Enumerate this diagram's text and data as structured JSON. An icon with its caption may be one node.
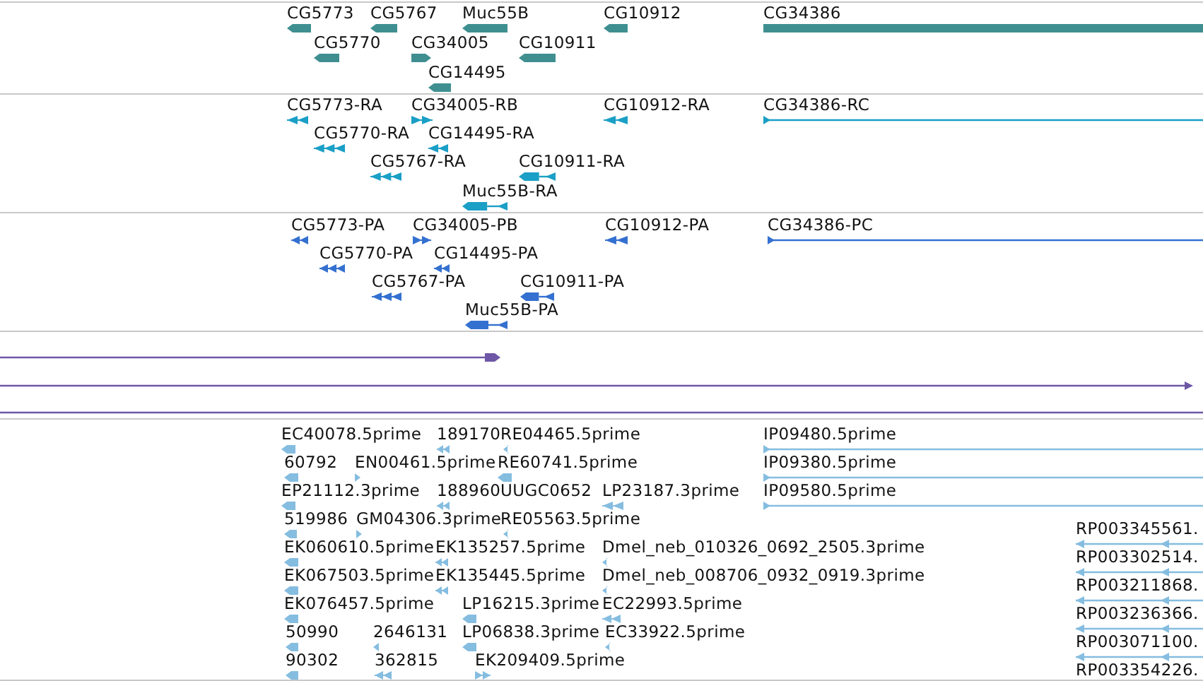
{
  "diagram": {
    "labels": [
      "CG5773",
      "CG5767",
      "Muc55B",
      "CG10912",
      "CG34386",
      "CG5770",
      "CG34005",
      "CG10911",
      "CG14495",
      "CG5773-RA",
      "CG34005-RB",
      "CG10912-RA",
      "CG34386-RC",
      "CG5770-RA",
      "CG14495-RA",
      "CG5767-RA",
      "CG10911-RA",
      "Muc55B-RA",
      "CG5773-PA",
      "CG34005-PB",
      "CG10912-PA",
      "CG34386-PC",
      "CG5770-PA",
      "CG14495-PA",
      "CG5767-PA",
      "CG10911-PA",
      "Muc55B-PA",
      "EC40078.5prime",
      "189170",
      "RE04465.5prime",
      "IP09480.5prime",
      "60792",
      "EN00461.5prime",
      "RE60741.5prime",
      "IP09380.5prime",
      "EP21112.3prime",
      "188960",
      "UUGC0652",
      "LP23187.3prime",
      "IP09580.5prime",
      "519986",
      "GM04306.3prime",
      "RE05563.5prime",
      "RP003345561.",
      "EK060610.5prime",
      "EK135257.5prime",
      "Dmel_neb_010326_0692_2505.3prime",
      "RP003302514.",
      "EK067503.5prime",
      "EK135445.5prime",
      "Dmel_neb_008706_0932_0919.3prime",
      "RP003211868.",
      "EK076457.5prime",
      "LP16215.3prime",
      "EC22993.5prime",
      "RP003236366.",
      "50990",
      "2646131",
      "LP06838.3prime",
      "EC33922.5prime",
      "RP003071100.",
      "90302",
      "362815",
      "EK209409.5prime",
      "RP003354226."
    ]
  }
}
